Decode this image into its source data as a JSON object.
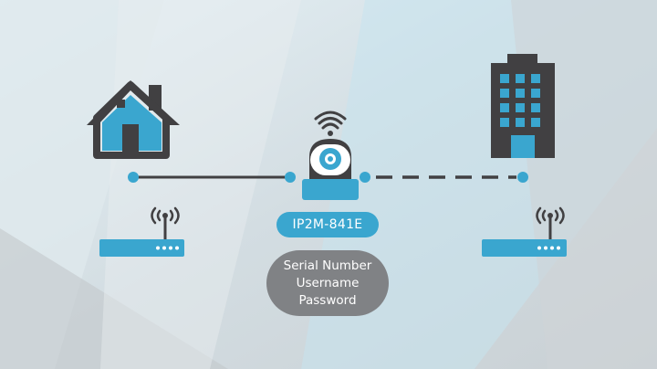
{
  "device": {
    "model": "IP2M-841E"
  },
  "credentials": {
    "lines": [
      "Serial Number",
      "Username",
      "Password"
    ]
  },
  "colors": {
    "accent": "#3aa6cf",
    "dark": "#414042",
    "bubble": "#808285",
    "white": "#ffffff"
  },
  "icons": {
    "home": "house-icon",
    "office": "office-building-icon",
    "camera": "ip-camera-icon",
    "router": "wifi-router-icon"
  },
  "connections": [
    {
      "from": "home",
      "to": "camera",
      "style": "solid"
    },
    {
      "from": "camera",
      "to": "office",
      "style": "dashed"
    }
  ]
}
